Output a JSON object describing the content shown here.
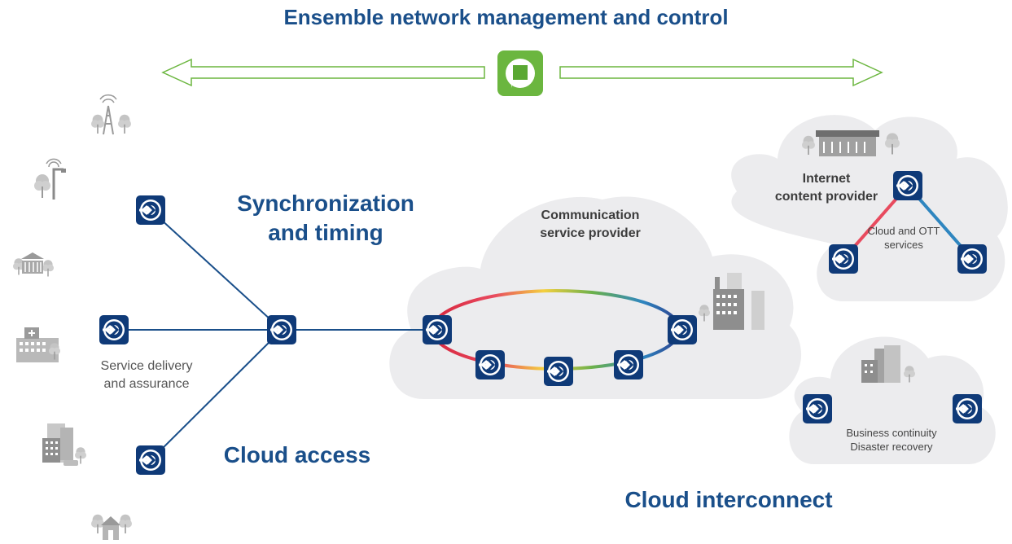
{
  "title": "Ensemble network management and control",
  "labels": {
    "sync_line1": "Synchronization",
    "sync_line2": "and timing",
    "service_line1": "Service delivery",
    "service_line2": "and assurance",
    "cloud_access": "Cloud access",
    "csp_line1": "Communication",
    "csp_line2": "service provider",
    "icp_line1": "Internet",
    "icp_line2": "content provider",
    "ott_line1": "Cloud and OTT",
    "ott_line2": "services",
    "bc_line1": "Business continuity",
    "bc_line2": "Disaster recovery",
    "cloud_interconnect": "Cloud interconnect"
  },
  "colors": {
    "accent": "#1a4f8a",
    "device": "#0f3a78",
    "management_green": "#6bb63f",
    "cloud": "#ececee",
    "icon_gray": "#bdbdbd"
  },
  "icons": {
    "management": "ensemble-controller-icon",
    "device": "network-access-device-icon",
    "sites": [
      "cell-tower-icon",
      "street-light-antenna-icon",
      "government-building-icon",
      "hospital-icon",
      "office-buildings-icon",
      "home-icon"
    ]
  }
}
